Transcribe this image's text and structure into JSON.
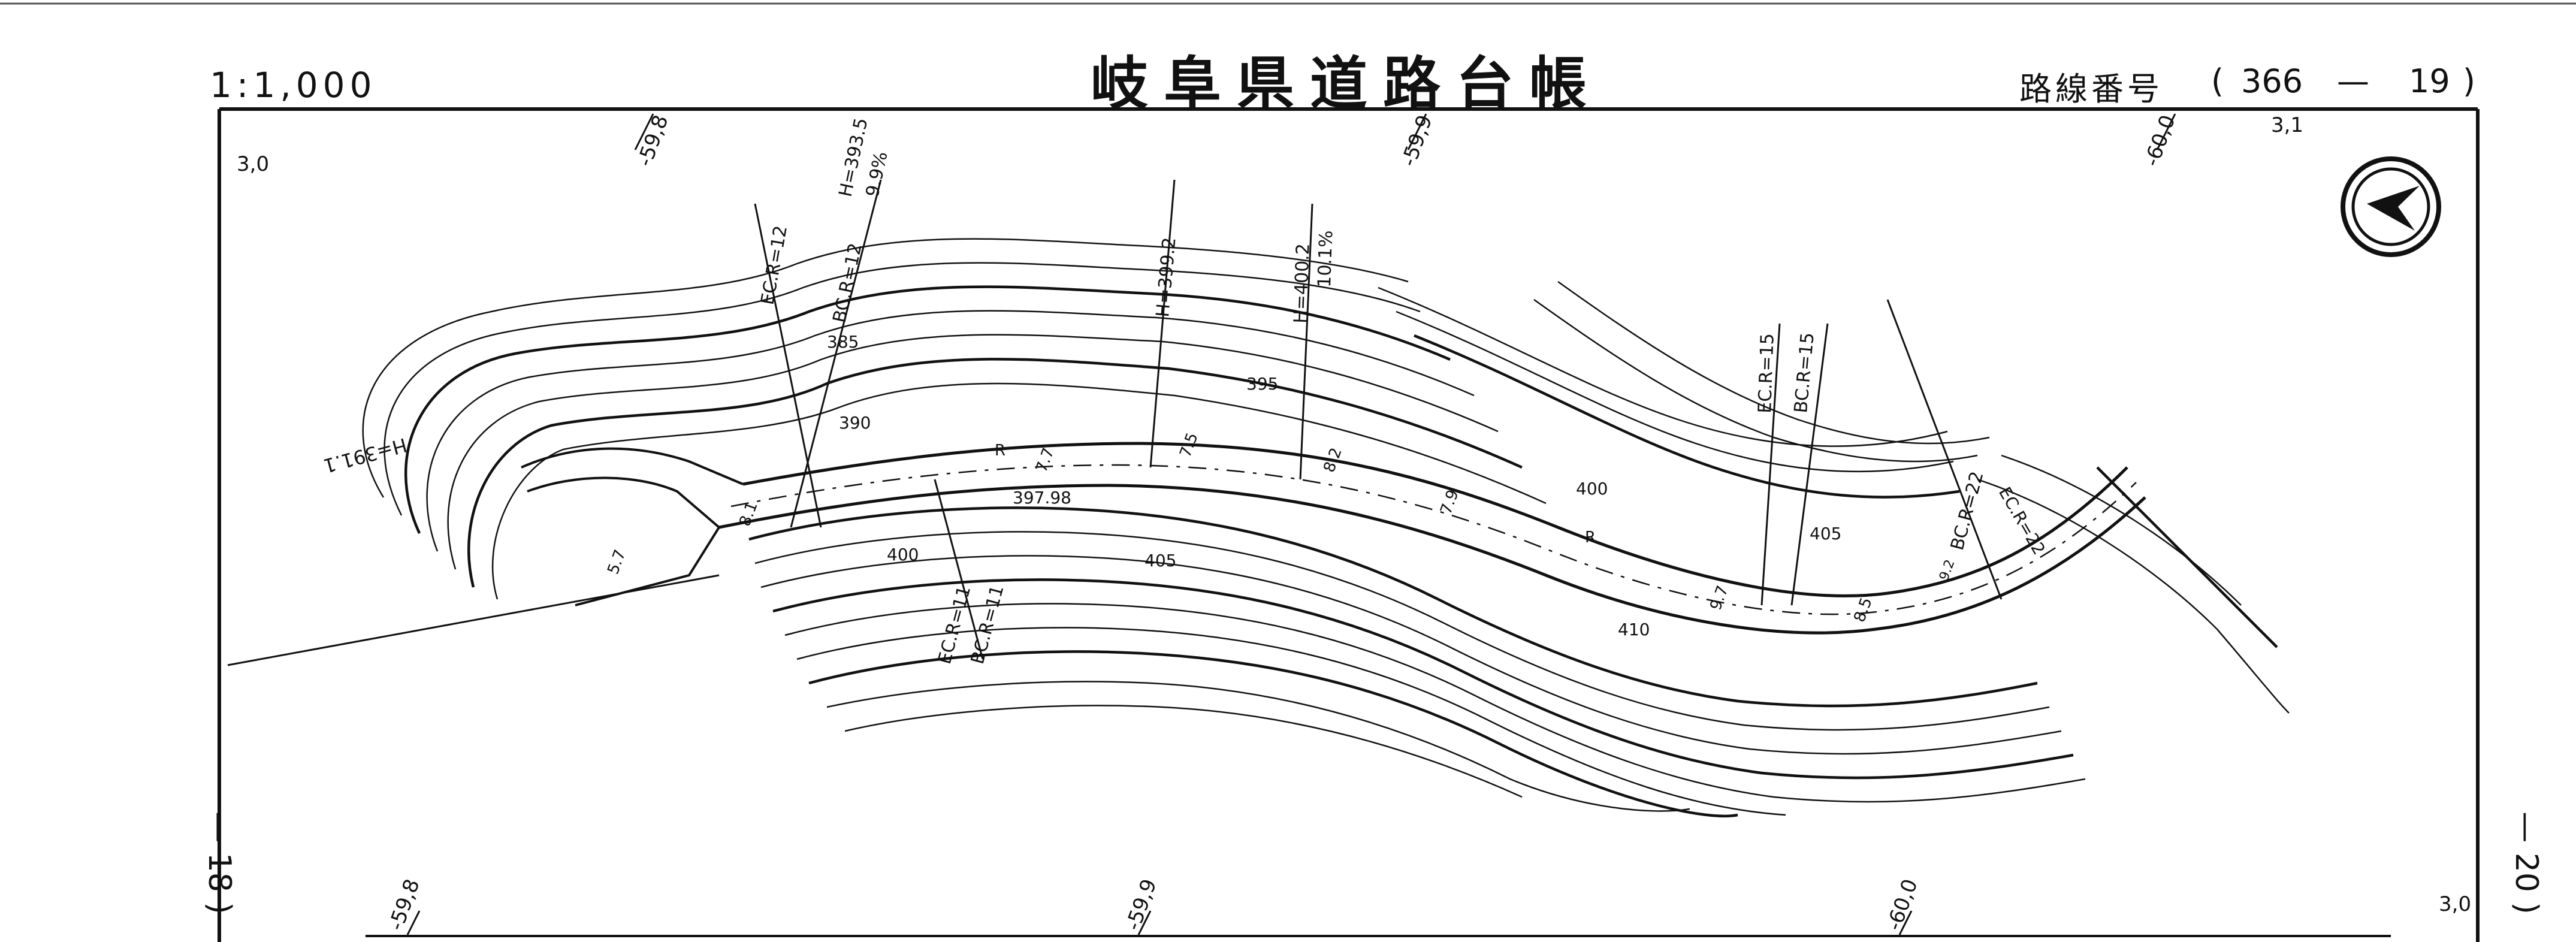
{
  "header": {
    "scale": "1:1,000",
    "title": "岐阜県道路台帳",
    "route_label": "路線番号",
    "route_open": "(",
    "route_number": "366",
    "route_sep": "—",
    "route_section": "19",
    "route_close": ")"
  },
  "sheet_refs": {
    "left": "— 18 )",
    "right": "— 20 )"
  },
  "grid_labels": {
    "top": [
      "3,0",
      "-59,8",
      "-59,9",
      "-60,0",
      "3,1"
    ],
    "bottom": [
      "-59,8",
      "-59,9",
      "-60,0",
      "3,0"
    ]
  },
  "contour_labels": [
    "385",
    "390",
    "395",
    "400",
    "400",
    "405",
    "405",
    "410"
  ],
  "road_annotations": {
    "ec_r12": "EC.R=12",
    "bc_r12": "BC.R=12",
    "h3935": "H=393.5",
    "grade99": "9.9%",
    "h3992": "H=399.2",
    "h4002": "H=400.2",
    "grade101": "10.1%",
    "ec_r15": "EC.R=15",
    "bc_r15": "BC.R=15",
    "bc_r22": "BC.R=22",
    "ec_r22": "EC.R=22",
    "ec_r11": "EC.R=11",
    "bc_r11": "BC.R=11",
    "h3911": "H=391.1",
    "h39798": "397.98",
    "r1": "R",
    "r2": "R",
    "w1": "8.1",
    "w2": "7.7",
    "w3": "7.5",
    "w4": "8.2",
    "w5": "7.9",
    "w6": "9.7",
    "w7": "8.5",
    "w8": "9.2",
    "w9": "5.7"
  },
  "north_arrow": "north-arrow-icon",
  "colors": {
    "ink": "#111111",
    "paper": "#ffffff"
  }
}
